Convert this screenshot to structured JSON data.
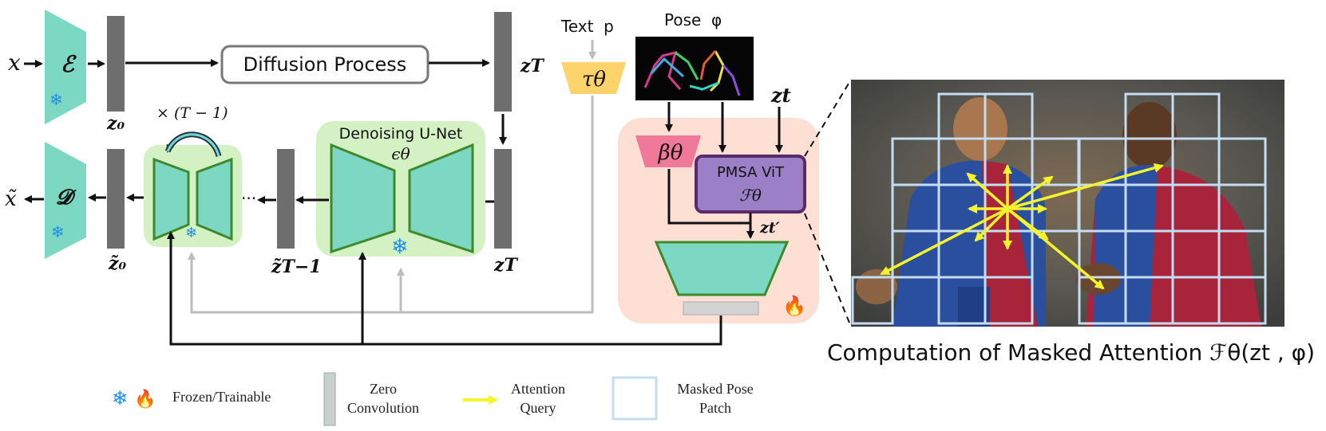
{
  "labels": {
    "x": "x",
    "x_tilde": "x̃",
    "encoder": "ℰ",
    "decoder": "𝓓",
    "z0": "z₀",
    "z0_tilde": "z̃₀",
    "zT_top": "zT",
    "zT_bottom": "zT",
    "zT_minus1_tilde": "z̃T−1",
    "diffusion_process": "Diffusion Process",
    "repeat": "× (T − 1)",
    "unet_title": "Denoising U-Net",
    "unet_symbol": "ϵθ",
    "ellipsis": "···",
    "text_label": "Text  p",
    "tau": "τθ",
    "pose_label": "Pose  φ",
    "beta": "βθ",
    "zt": "zt",
    "vit_title": "PMSA ViT",
    "vit_symbol": "ℱθ",
    "zt_prime": "zt′",
    "caption": "Computation of Masked Attention ℱθ(zt , φ)"
  },
  "legend": {
    "frozen_trainable": "Frozen/Trainable",
    "zero_conv_line1": "Zero",
    "zero_conv_line2": "Convolution",
    "attn_line1": "Attention",
    "attn_line2": "Query",
    "mask_line1": "Masked Pose",
    "mask_line2": "Patch"
  },
  "colors": {
    "teal": "#7dd8c3",
    "light_green": "#d4f1c4",
    "dark_green": "#3d8a2c",
    "gray_bar": "#6e6e6e",
    "salmon": "#fde0d3",
    "pink_beta": "#f07898",
    "yellow_tau": "#ffd36b",
    "purple_vit": "#9b80c7",
    "purple_border": "#5b2a6a",
    "attention_arrow": "#f4f42c",
    "mask_grid": "#c6dcf2"
  },
  "icons": [
    "snowflake-icon",
    "flame-icon"
  ]
}
